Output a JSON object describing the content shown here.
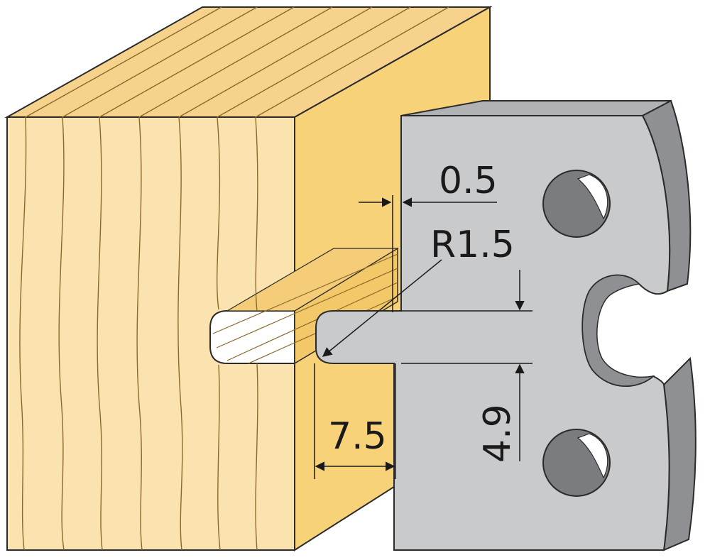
{
  "dimensions": {
    "groove_offset": "0.5",
    "corner_radius": "R1.5",
    "tongue_height": "4.9",
    "tongue_depth": "7.5"
  },
  "colors": {
    "wood_face": "#fbe3b0",
    "wood_top": "#f7d28c",
    "wood_side": "#f8d278",
    "wood_grain": "#8a6a2a",
    "blade_face": "#c9cacc",
    "blade_edge": "#8e9093",
    "blade_hole": "#6e7074",
    "outline": "#2b2b2b",
    "dimension_line": "#1a1a1a"
  }
}
